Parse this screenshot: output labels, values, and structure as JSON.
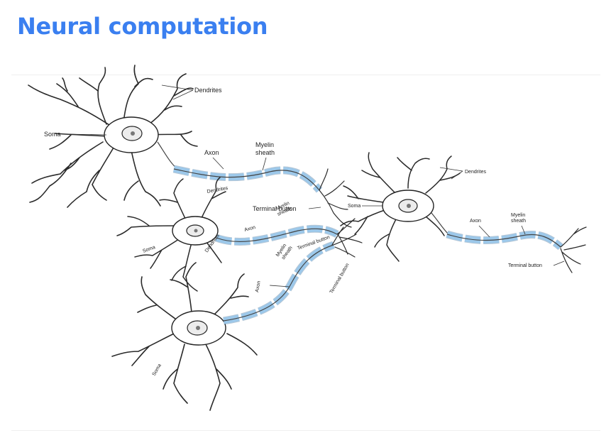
{
  "slide": {
    "title": "Neural computation"
  },
  "diagram": {
    "labels": {
      "dendrites_top": "Dendrites",
      "soma_top": "Soma",
      "axon_top": "Axon",
      "myelin_top_line1": "Myelin",
      "myelin_top_line2": "sheath",
      "terminal_button_top": "Terminal button",
      "dendrites_right": "Dendrites",
      "soma_right": "Soma",
      "axon_right": "Axon",
      "myelin_right_line1": "Myelin",
      "myelin_right_line2": "sheath",
      "terminal_button_right": "Terminal button",
      "dendrites_middle": "Dendrites",
      "soma_middle": "Soma",
      "axon_middle": "Axon",
      "myelin_middle_line1": "Myelin",
      "myelin_middle_line2": "sheath",
      "dendrites_middle_rotated": "Dendrites",
      "myelin_lower_line1": "Myelin",
      "myelin_lower_line2": "sheath",
      "terminal_button_lower": "Terminal button",
      "axon_lower": "Axon",
      "terminal_button_diagonal": "Terminal button",
      "soma_bottom": "Soma"
    },
    "colors": {
      "title": "#3a7ff0",
      "myelin": "#9cc8ea",
      "ink": "#222222"
    }
  }
}
